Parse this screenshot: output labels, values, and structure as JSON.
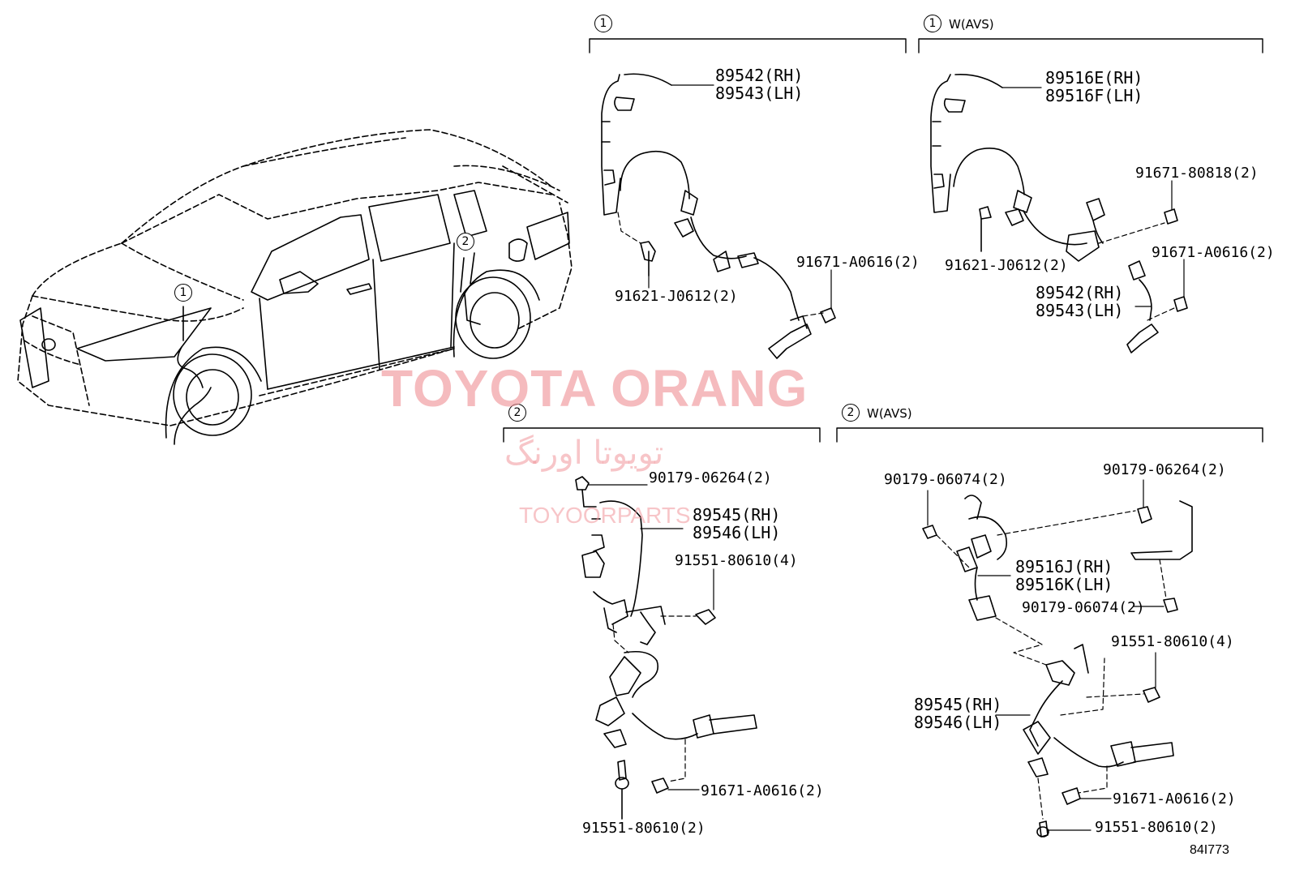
{
  "sections": {
    "front": {
      "number": "1",
      "label": ""
    },
    "front_avs": {
      "number": "1",
      "label": "W(AVS)"
    },
    "rear": {
      "number": "2",
      "label": ""
    },
    "rear_avs": {
      "number": "2",
      "label": "W(AVS)"
    }
  },
  "vehicle_callouts": {
    "front": "1",
    "rear": "2"
  },
  "parts": {
    "front": {
      "sensor_rh": "89542(RH)",
      "sensor_lh": "89543(LH)",
      "clip_bolt": "91621-J0612(2)",
      "sensor_bolt": "91671-A0616(2)"
    },
    "front_avs": {
      "wire_rh": "89516E(RH)",
      "wire_lh": "89516F(LH)",
      "bolt_upper": "91671-80818(2)",
      "clip_bolt": "91621-J0612(2)",
      "sensor_bolt": "91671-A0616(2)",
      "sensor_rh": "89542(RH)",
      "sensor_lh": "89543(LH)"
    },
    "rear": {
      "nut": "90179-06264(2)",
      "sensor_rh": "89545(RH)",
      "sensor_lh": "89546(LH)",
      "bolt_mid": "91551-80610(4)",
      "sensor_bolt": "91671-A0616(2)",
      "bolt_lower": "91551-80610(2)"
    },
    "rear_avs": {
      "nut_left": "90179-06074(2)",
      "nut_right": "90179-06264(2)",
      "wire_rh": "89516J(RH)",
      "wire_lh": "89516K(LH)",
      "nut_lower": "90179-06074(2)",
      "bolt_mid": "91551-80610(4)",
      "sensor_rh": "89545(RH)",
      "sensor_lh": "89546(LH)",
      "sensor_bolt": "91671-A0616(2)",
      "bolt_lower": "91551-80610(2)"
    }
  },
  "watermarks": {
    "latin": "TOYOTA ORANG",
    "persian": "تویوتا اورنگ",
    "site": "TOYOORPARTS"
  },
  "illustration_code": "84I773"
}
